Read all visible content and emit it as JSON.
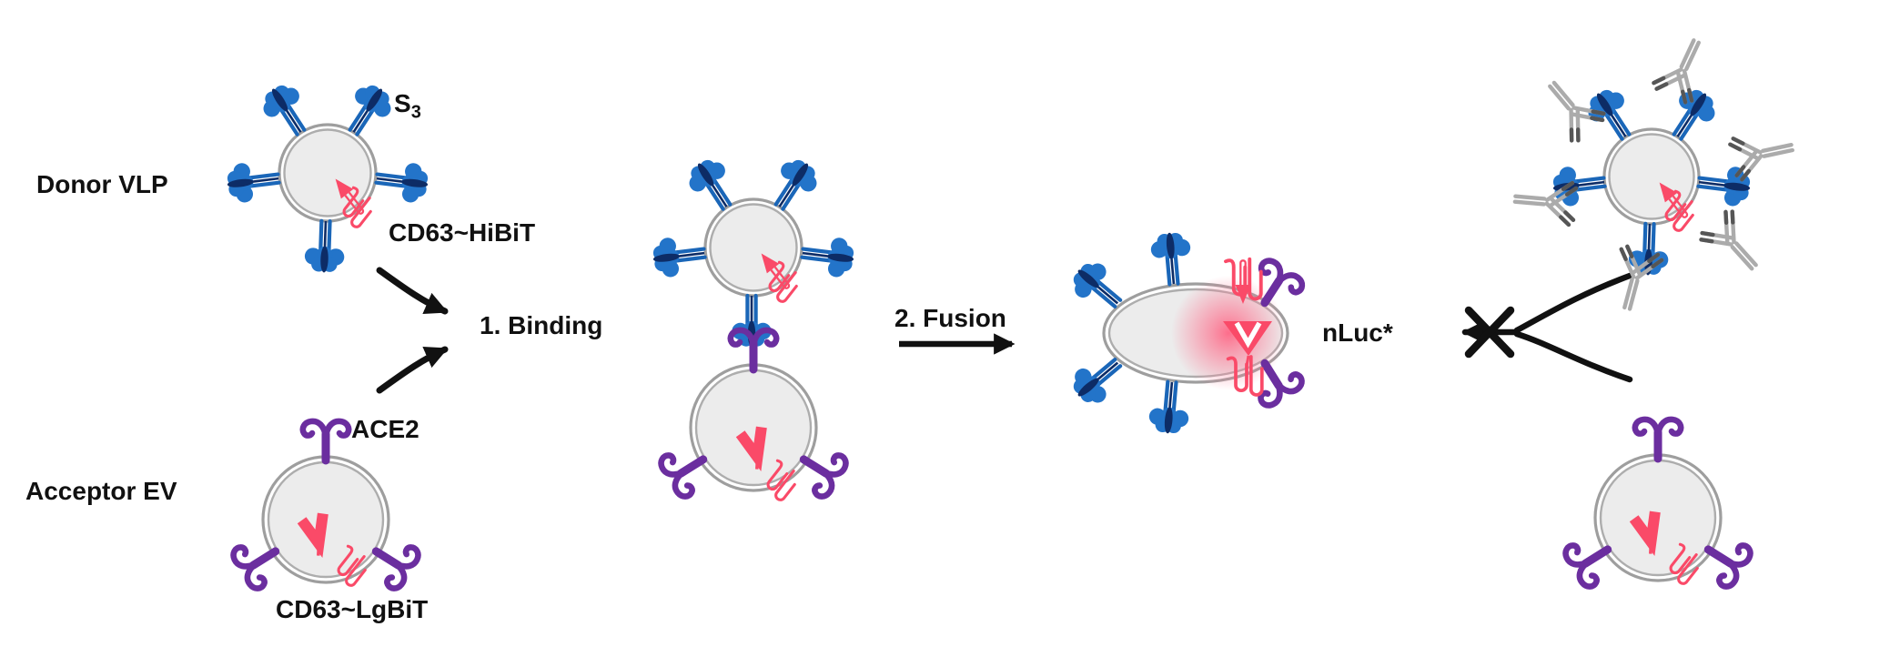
{
  "page": {
    "background": "#FFFFFF"
  },
  "diagram": {
    "donor": {
      "label": "Donor VLP",
      "spike_label_main": "S",
      "spike_label_sub": "3",
      "tag_label": "CD63~HiBiT"
    },
    "acceptor": {
      "label": "Acceptor EV",
      "receptor_label": "ACE2",
      "tag_label": "CD63~LgBiT"
    },
    "steps": {
      "step1": "1. Binding",
      "step2": "2. Fusion"
    },
    "result": {
      "label": "nLuc*"
    }
  },
  "colors": {
    "spike_blue_stem": "#1A66B8",
    "spike_blue_head": "#2374C9",
    "spike_navy": "#0D2C66",
    "ace2_purple": "#6B2E9F",
    "reporter_pink": "#FA4A68",
    "glow_pink": "#FB7E98",
    "membrane_gray_outer": "#9E9E9E",
    "membrane_gray_inner": "#ADADAD",
    "vesicle_fill": "#ECECEC",
    "antibody_gray": "#ABABAB",
    "antibody_tip_gray": "#565656",
    "arrow_black": "#111111",
    "text_black": "#111111"
  },
  "icons": {
    "spike": "spike-protein-trefoil",
    "ace2": "ace2-claw-receptor",
    "antibody": "igg-y-antibody",
    "cd63": "cd63-hairpin-loops",
    "hibit": "hibit-arrow-tag",
    "lgbit": "lgbit-v-tag",
    "nluc": "complemented-nluc-triangle",
    "blocked": "crossed-out-arrow"
  }
}
